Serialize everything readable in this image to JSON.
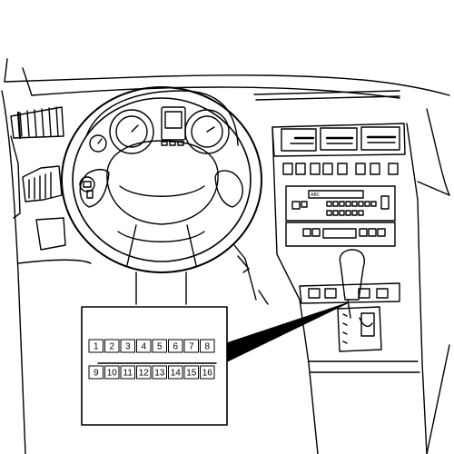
{
  "diagram": {
    "radio_label": "ABC",
    "connector": {
      "top_row": [
        "1",
        "2",
        "3",
        "4",
        "5",
        "6",
        "7",
        "8"
      ],
      "bottom_row": [
        "9",
        "10",
        "11",
        "12",
        "13",
        "14",
        "15",
        "16"
      ]
    }
  }
}
